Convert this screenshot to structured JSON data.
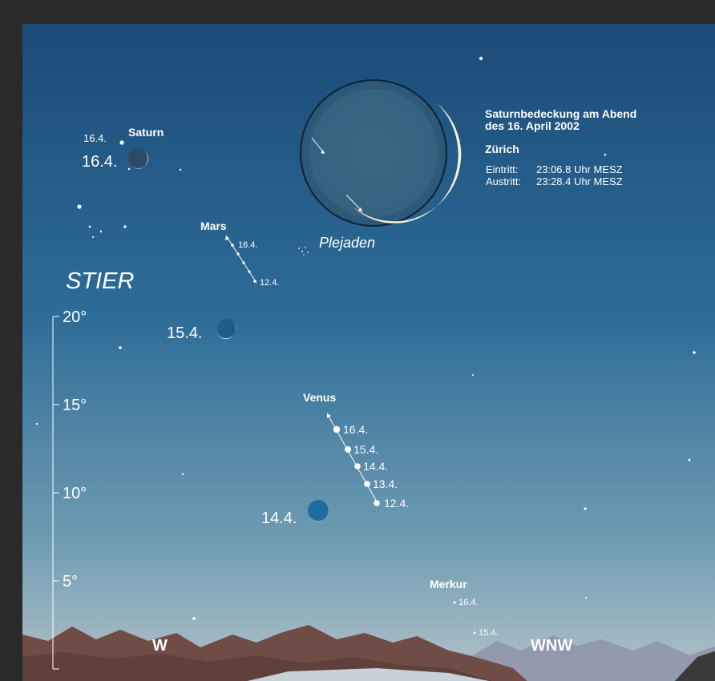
{
  "title": "Saturnbedeckung am Abend",
  "subtitle": "des 16. April 2002",
  "location": "Zürich",
  "events": [
    {
      "label": "Eintritt:",
      "time": "23:06.8 Uhr MESZ"
    },
    {
      "label": "Austritt:",
      "time": "23:28.4 Uhr MESZ"
    }
  ],
  "constellation": "STIER",
  "cluster": "Plejaden",
  "directions": [
    "W",
    "WNW"
  ],
  "altitude_scale": {
    "unit": "°",
    "ticks": [
      {
        "value": 20,
        "label": "20°"
      },
      {
        "value": 15,
        "label": "15°"
      },
      {
        "value": 10,
        "label": "10°"
      },
      {
        "value": 5,
        "label": "5°"
      }
    ]
  },
  "objects": {
    "saturn": {
      "name": "Saturn",
      "dates": [
        "16.4."
      ]
    },
    "mars": {
      "name": "Mars",
      "dates": [
        "16.4.",
        "12.4."
      ]
    },
    "venus": {
      "name": "Venus",
      "dates": [
        "16.4.",
        "15.4.",
        "14.4.",
        "13.4.",
        "12.4."
      ]
    },
    "merkur": {
      "name": "Merkur",
      "dates": [
        "16.4.",
        "15.4."
      ]
    }
  },
  "moon_positions": [
    {
      "date": "16.4."
    },
    {
      "date": "15.4."
    },
    {
      "date": "14.4."
    }
  ],
  "colors": {
    "sky_top": "#1d4f7c",
    "sky_bottom": "#aebfc8",
    "moon_crescent": "#f4f0d4",
    "mountains_near": "#6b4a44",
    "mountains_far": "#8e8ea0",
    "frame": "#2a2a2a"
  }
}
